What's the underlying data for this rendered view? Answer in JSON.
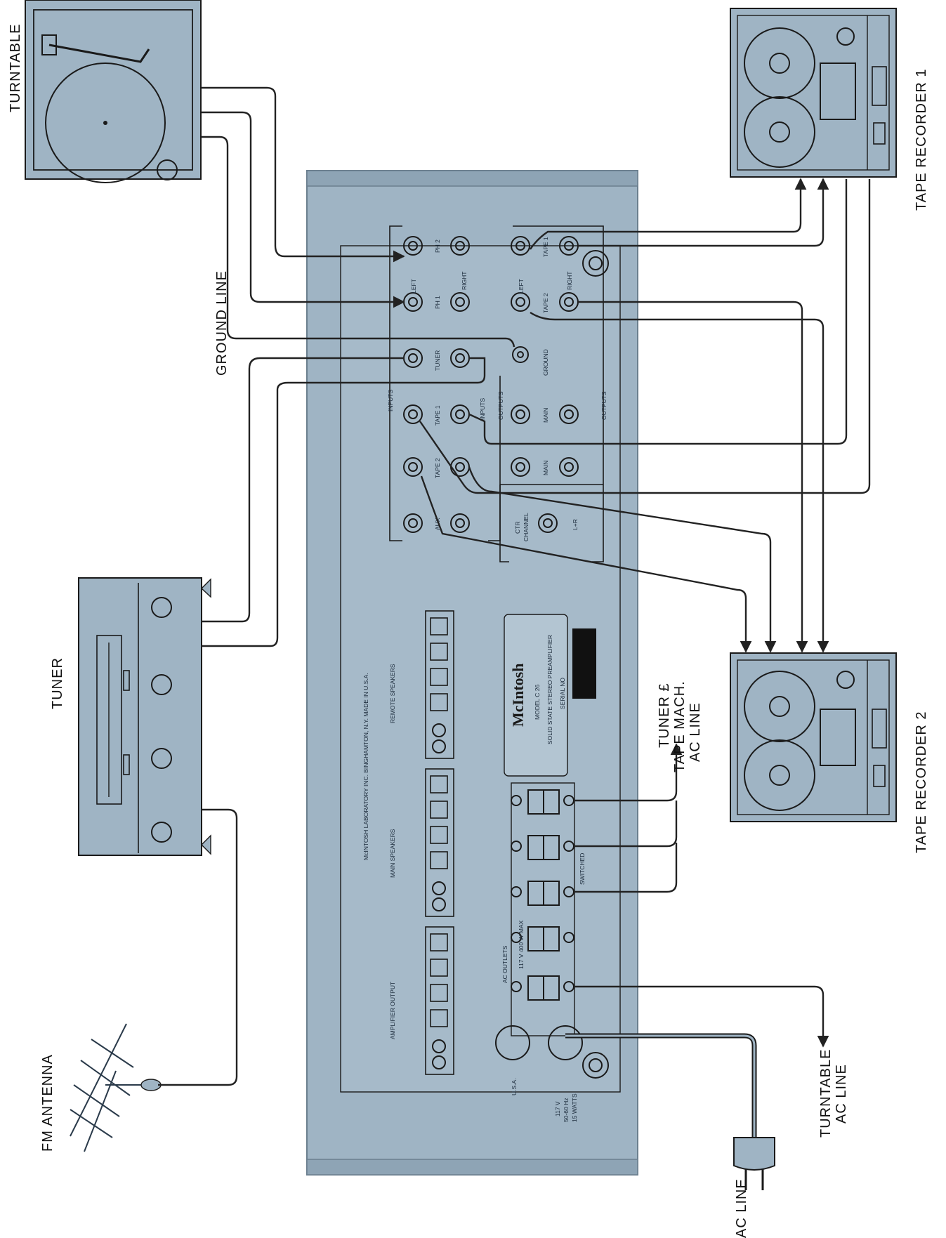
{
  "labels": {
    "turntable": "TURNTABLE",
    "tuner": "TUNER",
    "fm_antenna": "FM ANTENNA",
    "ground_line": "GROUND LINE",
    "tape_recorder_1": "TAPE RECORDER 1",
    "tape_recorder_2": "TAPE RECORDER 2",
    "tuner_ac_1": "TUNER £",
    "tuner_ac_2": "TAPE MACH.",
    "tuner_ac_3": "AC LINE",
    "turntable_ac_1": "TURNTABLE",
    "turntable_ac_2": "AC LINE",
    "ac_line": "AC LINE"
  },
  "panel": {
    "inputs": "INPUTS",
    "outputs": "OUTPUTS",
    "left": "LEFT",
    "right": "RIGHT",
    "ph2": "PH 2",
    "ph1": "PH 1",
    "tuner": "TUNER",
    "tape1": "TAPE 1",
    "tape2": "TAPE 2",
    "aux": "AUX",
    "ground": "GROUND",
    "main": "MAIN",
    "ctr_channel_1": "CTR",
    "ctr_channel_2": "CHANNEL",
    "lr": "L+R",
    "brand": "McIntosh",
    "model": "MODEL C 26",
    "description": "SOLID STATE STEREO PREAMPLIFIER",
    "serial": "SERIAL NO",
    "maker": "McINTOSH LABORATORY INC.   BINGHAMTON, N.Y.   MADE IN U.S.A.",
    "remote_speakers": "REMOTE SPEAKERS",
    "main_speakers": "MAIN SPEAKERS",
    "amplifier_output": "AMPLIFIER OUTPUT",
    "ac_outlets": "AC OUTLETS",
    "ac_rating": "117 V   400 W   MAX",
    "switched": "SWITCHED",
    "fuse_country": "U.S.A.",
    "power_1": "117 V",
    "power_2": "50-60 Hz",
    "power_3": "15 WATTS"
  }
}
